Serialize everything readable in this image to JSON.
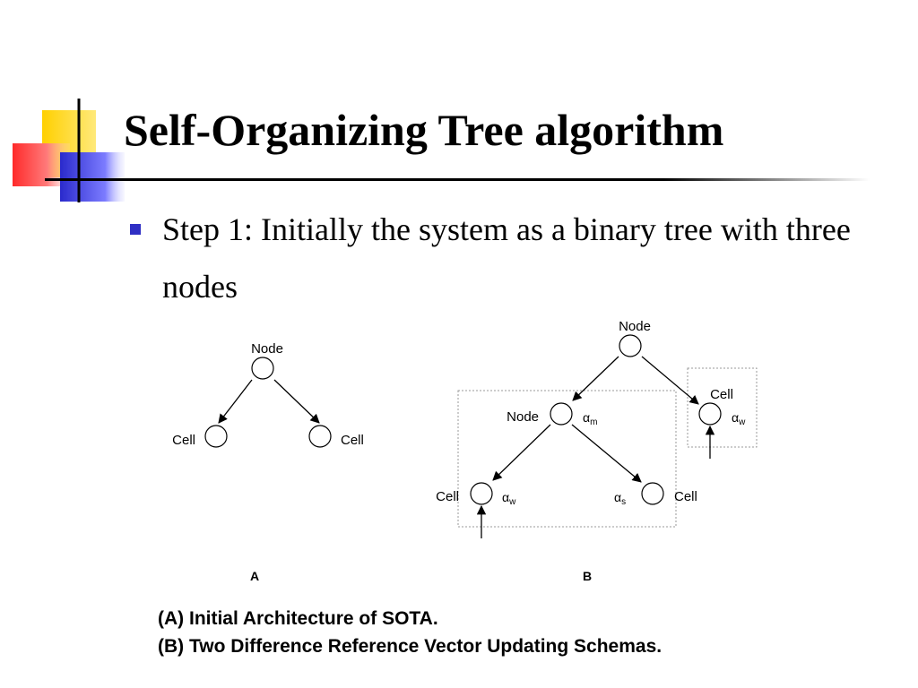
{
  "slide": {
    "title": "Self-Organizing Tree algorithm",
    "bullet": "Step 1: Initially the system as a binary tree with three nodes",
    "colors": {
      "accent_yellow": "#ffd700",
      "accent_red": "#ff3030",
      "accent_blue": "#3333cc",
      "bullet_blue": "#2f2fc4"
    }
  },
  "diagram": {
    "panel_a": {
      "label": "A",
      "root_label": "Node",
      "left_label": "Cell",
      "right_label": "Cell"
    },
    "panel_b": {
      "label": "B",
      "root_label": "Node",
      "node_label": "Node",
      "node_alpha": "m",
      "left_cell_label": "Cell",
      "left_alpha": "w",
      "right_cell_label": "Cell",
      "right_alpha": "s",
      "side_cell_label": "Cell",
      "side_alpha": "w",
      "alpha_symbol": "α"
    }
  },
  "caption": {
    "line1": "(A) Initial Architecture of SOTA.",
    "line2": "(B) Two Difference Reference Vector Updating Schemas."
  }
}
